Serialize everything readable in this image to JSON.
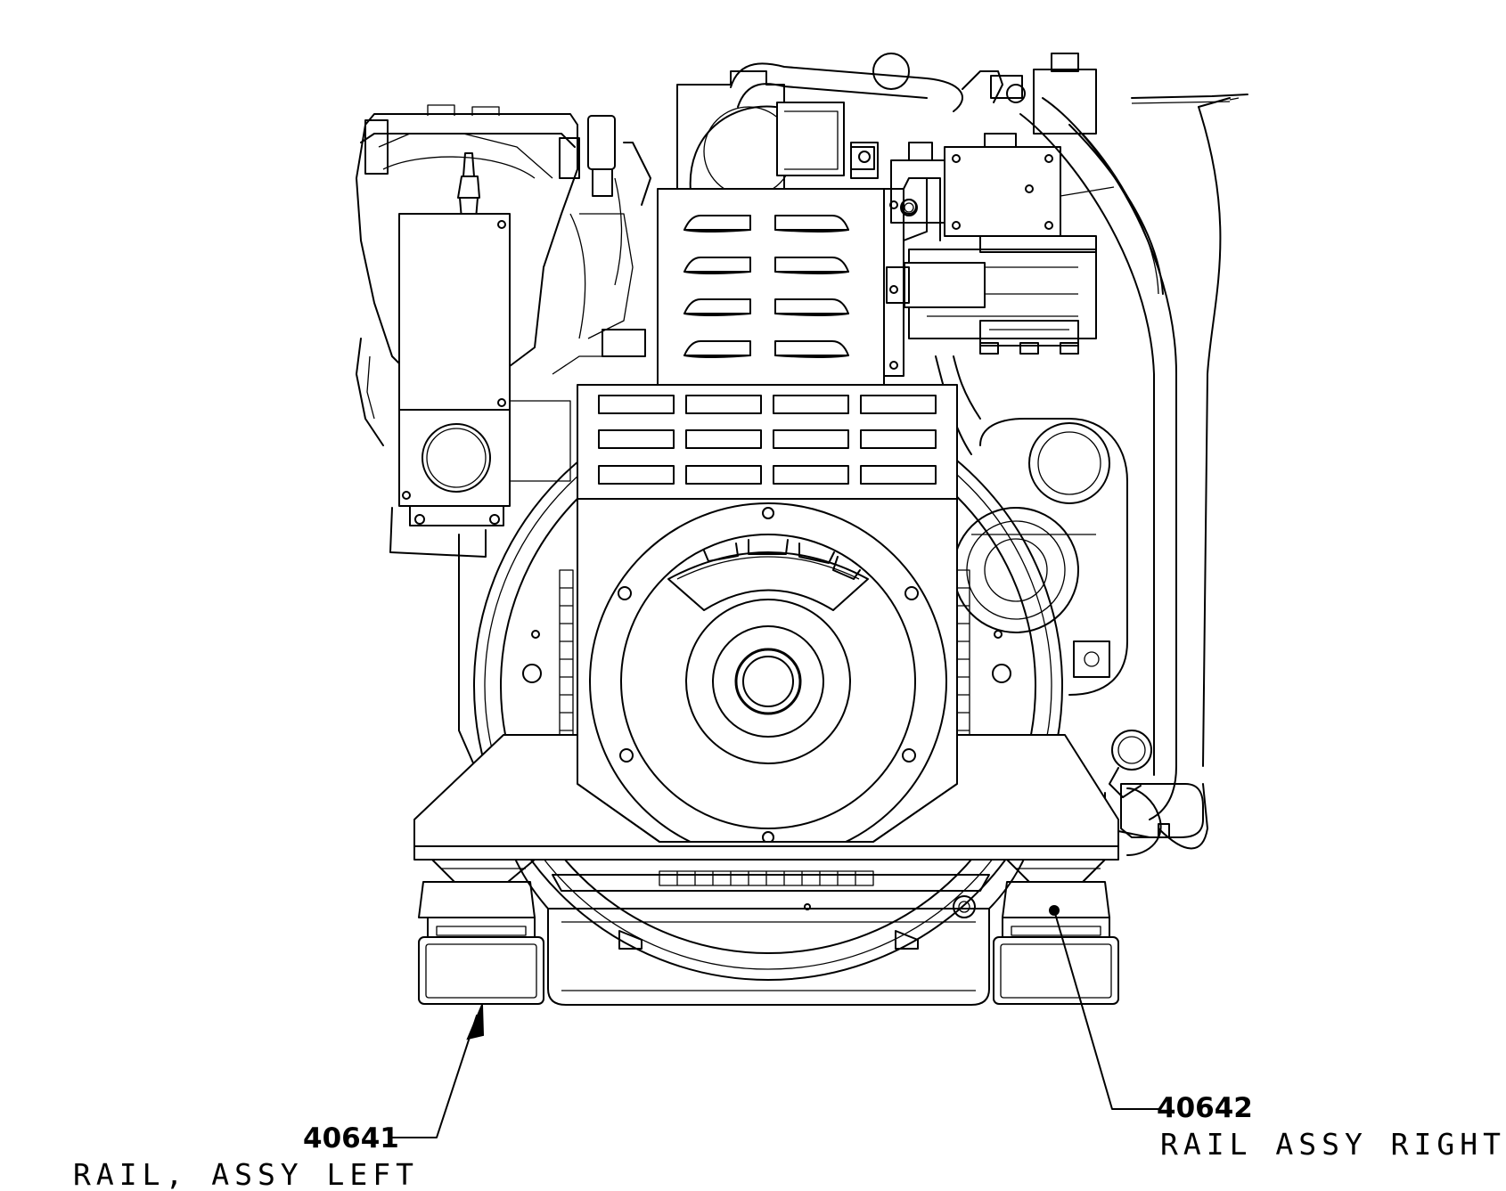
{
  "callouts": [
    {
      "part_number": "40641",
      "description": "RAIL, ASSY LEFT"
    },
    {
      "part_number": "40642",
      "description": "RAIL ASSY RIGHT"
    }
  ],
  "icons": {
    "drawing": "generator-engine-front-view-drawing",
    "leader_arrow": "leader-arrow-icon"
  },
  "colors": {
    "line": "#000000",
    "background": "#ffffff"
  }
}
